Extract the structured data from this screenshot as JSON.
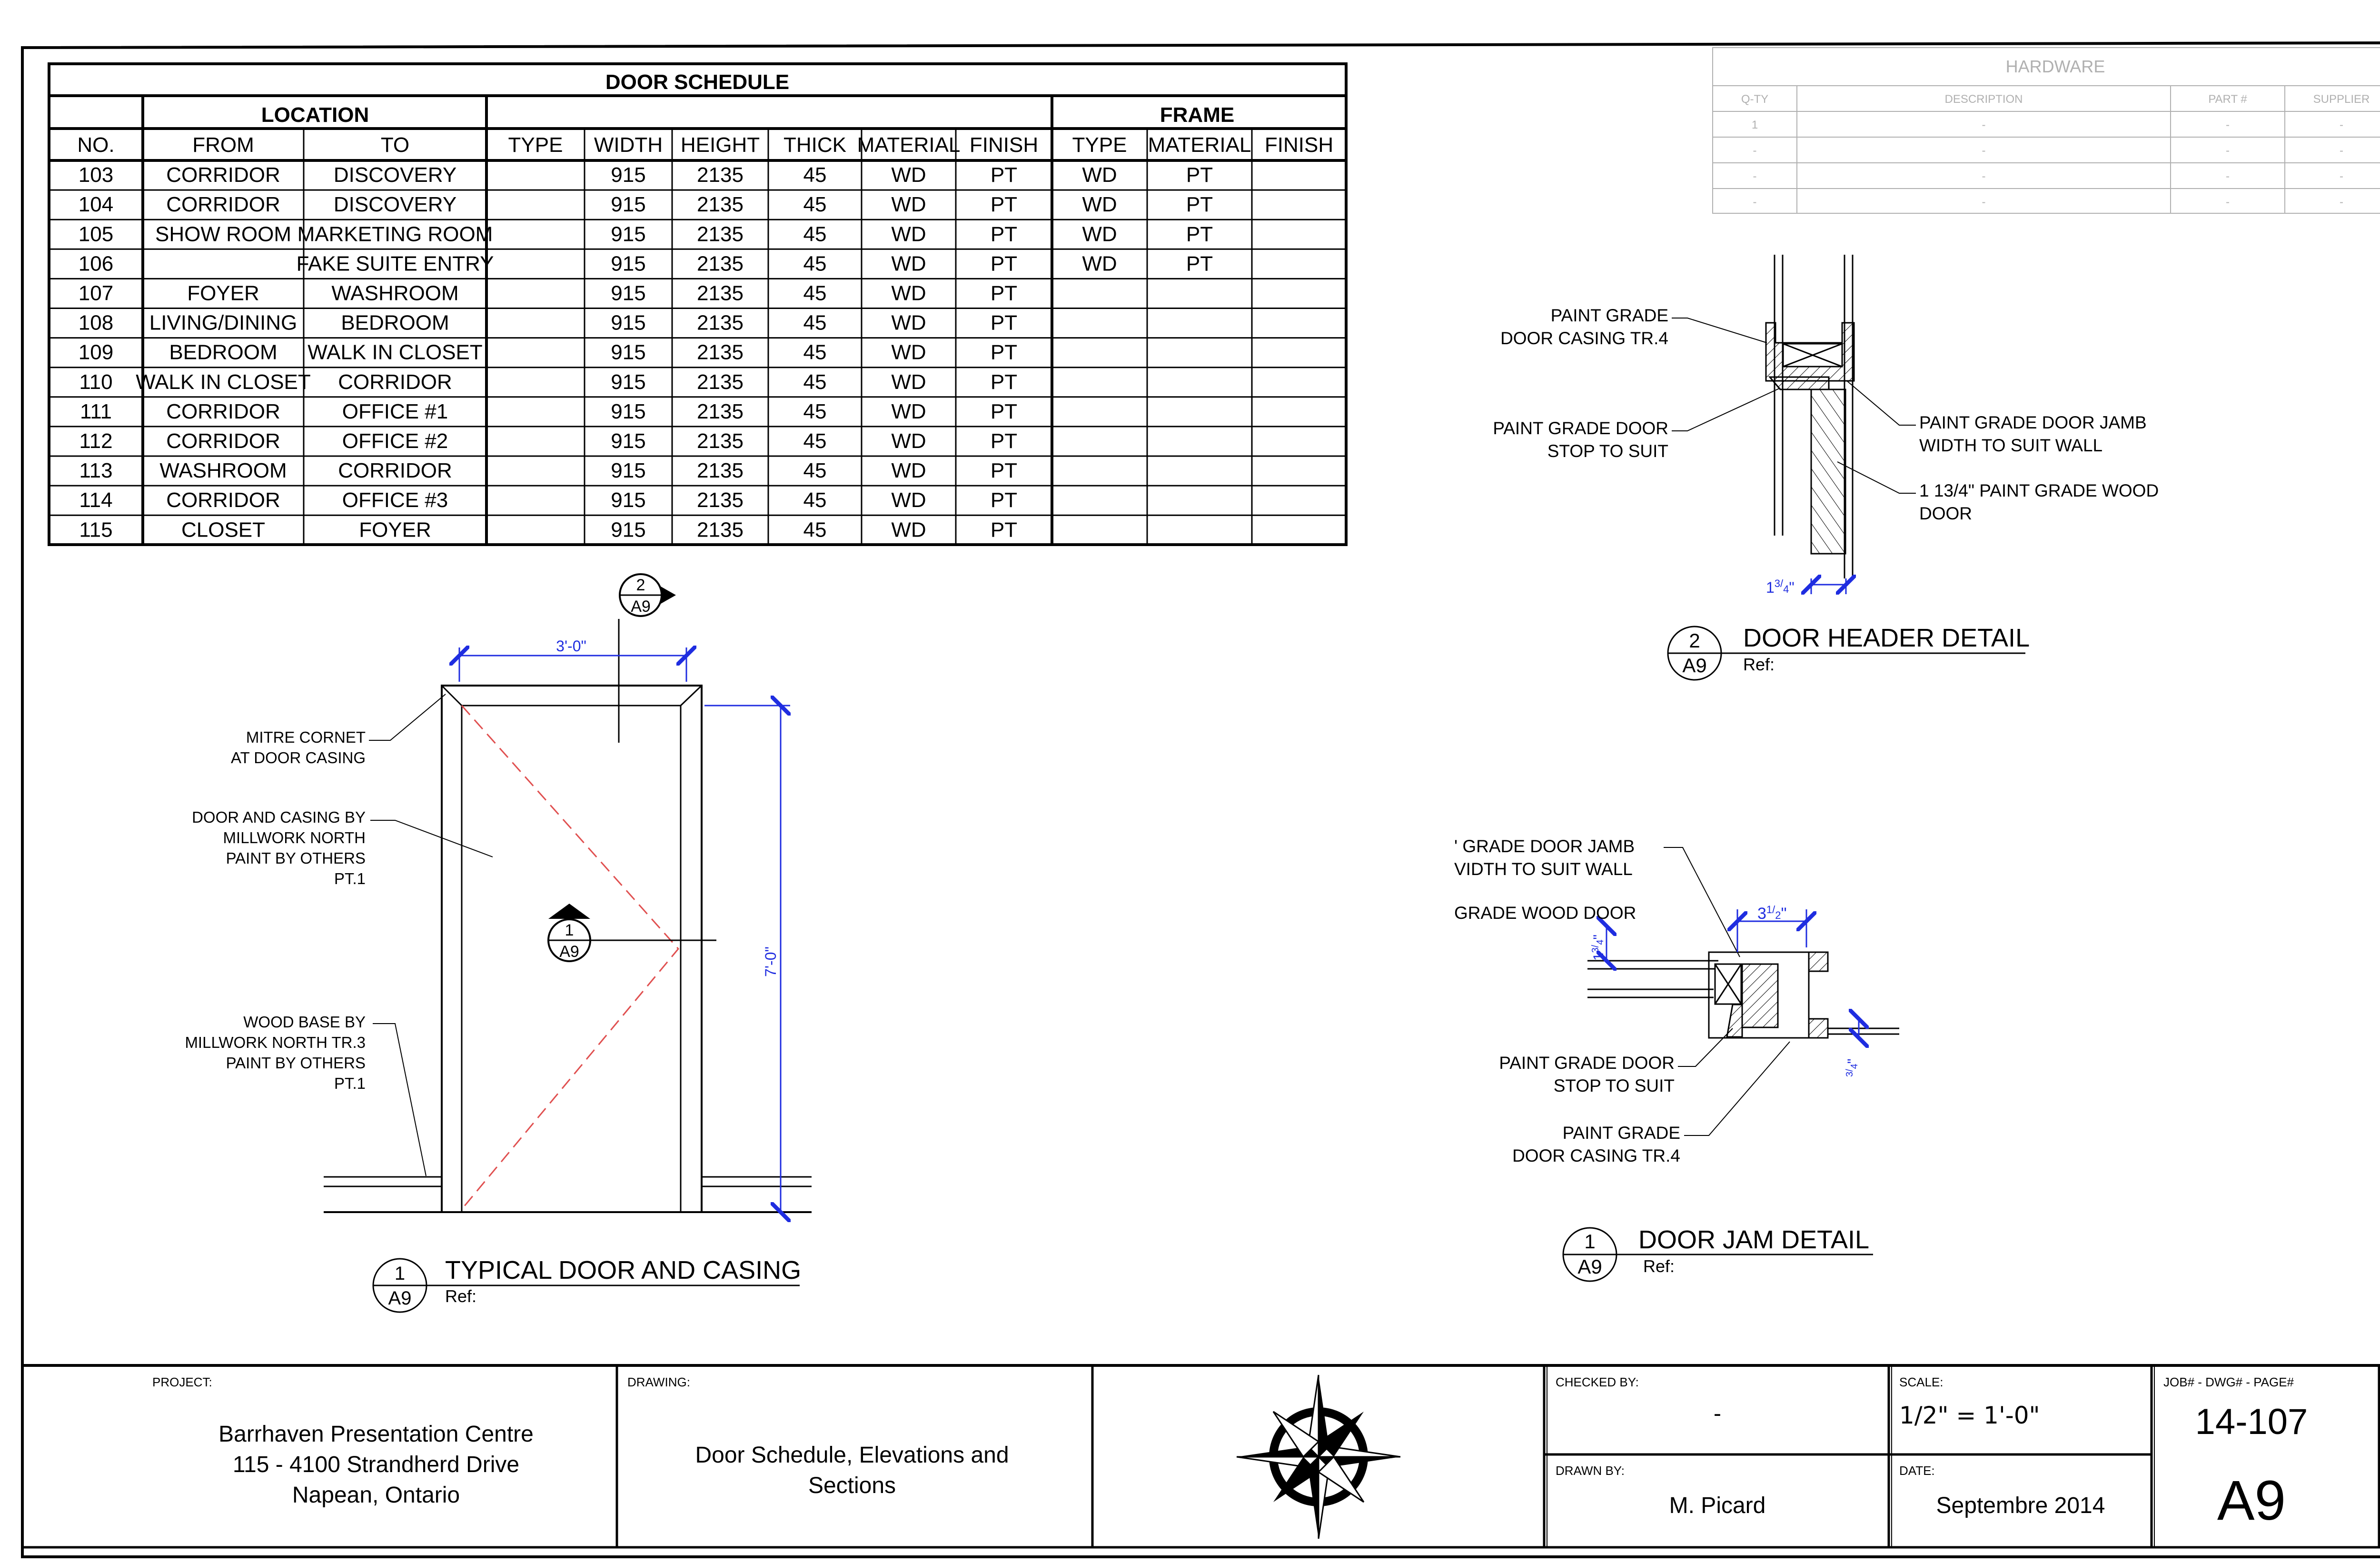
{
  "door_schedule": {
    "title": "DOOR SCHEDULE",
    "group_location": "LOCATION",
    "group_frame": "FRAME",
    "headers": [
      "NO.",
      "FROM",
      "TO",
      "TYPE",
      "WIDTH",
      "HEIGHT",
      "THICK",
      "MATERIAL",
      "FINISH",
      "TYPE",
      "MATERIAL",
      "FINISH"
    ],
    "rows": [
      [
        "103",
        "CORRIDOR",
        "DISCOVERY",
        "",
        "915",
        "2135",
        "45",
        "WD",
        "PT",
        "WD",
        "PT",
        ""
      ],
      [
        "104",
        "CORRIDOR",
        "DISCOVERY",
        "",
        "915",
        "2135",
        "45",
        "WD",
        "PT",
        "WD",
        "PT",
        ""
      ],
      [
        "105",
        "SHOW ROOM",
        "MARKETING ROOM",
        "",
        "915",
        "2135",
        "45",
        "WD",
        "PT",
        "WD",
        "PT",
        ""
      ],
      [
        "106",
        "",
        "FAKE SUITE ENTRY",
        "",
        "915",
        "2135",
        "45",
        "WD",
        "PT",
        "WD",
        "PT",
        ""
      ],
      [
        "107",
        "FOYER",
        "WASHROOM",
        "",
        "915",
        "2135",
        "45",
        "WD",
        "PT",
        "",
        "",
        ""
      ],
      [
        "108",
        "LIVING/DINING",
        "BEDROOM",
        "",
        "915",
        "2135",
        "45",
        "WD",
        "PT",
        "",
        "",
        ""
      ],
      [
        "109",
        "BEDROOM",
        "WALK IN CLOSET",
        "",
        "915",
        "2135",
        "45",
        "WD",
        "PT",
        "",
        "",
        ""
      ],
      [
        "110",
        "WALK IN CLOSET",
        "CORRIDOR",
        "",
        "915",
        "2135",
        "45",
        "WD",
        "PT",
        "",
        "",
        ""
      ],
      [
        "111",
        "CORRIDOR",
        "OFFICE #1",
        "",
        "915",
        "2135",
        "45",
        "WD",
        "PT",
        "",
        "",
        ""
      ],
      [
        "112",
        "CORRIDOR",
        "OFFICE #2",
        "",
        "915",
        "2135",
        "45",
        "WD",
        "PT",
        "",
        "",
        ""
      ],
      [
        "113",
        "WASHROOM",
        "CORRIDOR",
        "",
        "915",
        "2135",
        "45",
        "WD",
        "PT",
        "",
        "",
        ""
      ],
      [
        "114",
        "CORRIDOR",
        "OFFICE #3",
        "",
        "915",
        "2135",
        "45",
        "WD",
        "PT",
        "",
        "",
        ""
      ],
      [
        "115",
        "CLOSET",
        "FOYER",
        "",
        "915",
        "2135",
        "45",
        "WD",
        "PT",
        "",
        "",
        ""
      ]
    ]
  },
  "hardware": {
    "title": "HARDWARE",
    "headers": [
      "Q-TY",
      "DESCRIPTION",
      "PART #",
      "SUPPLIER"
    ],
    "rows": [
      [
        "1",
        "-",
        "-",
        "-"
      ],
      [
        "-",
        "-",
        "-",
        "-"
      ],
      [
        "-",
        "-",
        "-",
        "-"
      ],
      [
        "-",
        "-",
        "-",
        "-"
      ]
    ]
  },
  "typical_door": {
    "title": "TYPICAL DOOR AND CASING",
    "ref": "Ref:",
    "callout_number": "1",
    "callout_sheet": "A9",
    "width_dim": "3'-0\"",
    "height_dim": "7'-0\"",
    "section_top": {
      "number": "2",
      "sheet": "A9"
    },
    "section_mid": {
      "number": "1",
      "sheet": "A9"
    },
    "notes": [
      [
        "MITRE CORNET",
        "AT DOOR CASING"
      ],
      [
        "DOOR AND CASING BY",
        "MILLWORK NORTH",
        "PAINT BY OTHERS",
        "PT.1"
      ],
      [
        "WOOD BASE BY",
        "MILLWORK NORTH TR.3",
        "PAINT BY OTHERS",
        "PT.1"
      ]
    ]
  },
  "door_header": {
    "title": "DOOR HEADER DETAIL",
    "ref": "Ref:",
    "callout_number": "2",
    "callout_sheet": "A9",
    "dim": "1",
    "dim_frac_num": "3",
    "dim_frac_den": "4",
    "dim_unit": "\"",
    "notes": [
      [
        "PAINT GRADE",
        "DOOR CASING TR.4"
      ],
      [
        "PAINT GRADE DOOR",
        "STOP TO SUIT"
      ],
      [
        "PAINT GRADE DOOR JAMB",
        "WIDTH TO SUIT WALL"
      ],
      [
        "1 13/4\" PAINT GRADE WOOD",
        "DOOR"
      ]
    ]
  },
  "door_jamb": {
    "title": "DOOR JAM DETAIL",
    "ref": "Ref:",
    "callout_number": "1",
    "callout_sheet": "A9",
    "dim_top": "3",
    "dim_top_num": "1",
    "dim_top_den": "2",
    "dim_left": "1",
    "dim_left_num": "3",
    "dim_left_den": "4",
    "dim_right_num": "3",
    "dim_right_den": "4",
    "inch": "\"",
    "notes": [
      [
        "' GRADE DOOR JAMB",
        "VIDTH TO SUIT WALL"
      ],
      [
        "GRADE WOOD DOOR"
      ],
      [
        "PAINT GRADE DOOR",
        "STOP TO SUIT"
      ],
      [
        "PAINT GRADE",
        "DOOR CASING TR.4"
      ]
    ]
  },
  "title_block": {
    "project_label": "PROJECT:",
    "project_lines": [
      "Barrhaven Presentation Centre",
      "115 - 4100 Strandherd Drive",
      "Napean, Ontario"
    ],
    "drawing_label": "DRAWING:",
    "drawing_lines": [
      "Door Schedule, Elevations and",
      "Sections"
    ],
    "checked_label": "CHECKED BY:",
    "checked_value": "-",
    "scale_label": "SCALE:",
    "scale_value": "1/2\" = 1'-0\"",
    "drawn_label": "DRAWN BY:",
    "drawn_value": "M. Picard",
    "date_label": "DATE:",
    "date_value": "Septembre 2014",
    "job_label": "JOB# - DWG# - PAGE#",
    "job_value": "14-107",
    "page_value": "A9"
  },
  "colors": {
    "line": "#000000",
    "dimension": "#1f2de0",
    "swing": "#e05050",
    "hardware_grey": "#b0b0b0"
  }
}
